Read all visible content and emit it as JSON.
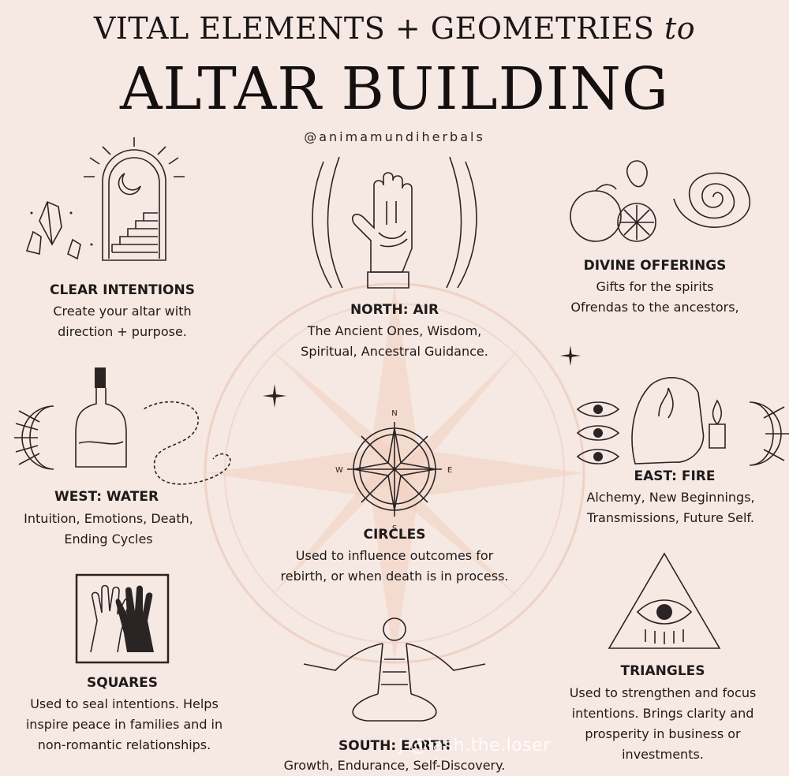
{
  "title": {
    "line1_main": "VITAL ELEMENTS + GEOMETRIES",
    "line1_connector": "to",
    "line2": "ALTAR BUILDING"
  },
  "handle": "@animamundiherbals",
  "sections": {
    "clear_intentions": {
      "heading": "CLEAR INTENTIONS",
      "lines": [
        "Create your altar with",
        "direction + purpose."
      ]
    },
    "north_air": {
      "heading": "NORTH: AIR",
      "lines": [
        "The Ancient Ones, Wisdom,",
        "Spiritual, Ancestral Guidance."
      ]
    },
    "divine_offerings": {
      "heading": "DIVINE OFFERINGS",
      "lines": [
        "Gifts for the spirits",
        "Ofrendas to the ancestors,"
      ]
    },
    "west_water": {
      "heading": "WEST: WATER",
      "lines": [
        "Intuition, Emotions, Death,",
        "Ending Cycles"
      ]
    },
    "circles": {
      "heading": "CIRCLES",
      "lines": [
        "Used to influence outcomes for",
        "rebirth, or when death is in process."
      ]
    },
    "east_fire": {
      "heading": "EAST: FIRE",
      "lines": [
        "Alchemy, New Beginnings,",
        "Transmissions, Future Self."
      ]
    },
    "squares": {
      "heading": "SQUARES",
      "lines": [
        "Used to seal intentions. Helps",
        "inspire peace in families and in",
        "non-romantic relationships."
      ]
    },
    "south_earth": {
      "heading": "SOUTH: EARTH",
      "lines": [
        "Growth, Endurance, Self-Discovery."
      ]
    },
    "triangles": {
      "heading": "TRIANGLES",
      "lines": [
        "Used to strengthen and focus",
        "intentions. Brings clarity and",
        "prosperity in business or",
        "investments."
      ]
    }
  },
  "compass_letters": {
    "n": "N",
    "s": "S",
    "e": "E",
    "w": "W"
  },
  "watermark": "J @lash.the.loser",
  "colors": {
    "background": "#f6e8e3",
    "ink": "#2b2424",
    "compass_tint": "#f0c9b4"
  },
  "icons": [
    "arch-window-stairs-icon",
    "crystal-icon",
    "palm-hand-icon",
    "fruit-offering-icon",
    "ammonite-shell-icon",
    "bottle-icon",
    "snake-icon",
    "compass-rose-icon",
    "eye-icon",
    "candle-icon",
    "hands-square-icon",
    "meditating-figure-icon",
    "all-seeing-eye-triangle-icon",
    "crescent-moon-icon",
    "sparkle-icon"
  ]
}
